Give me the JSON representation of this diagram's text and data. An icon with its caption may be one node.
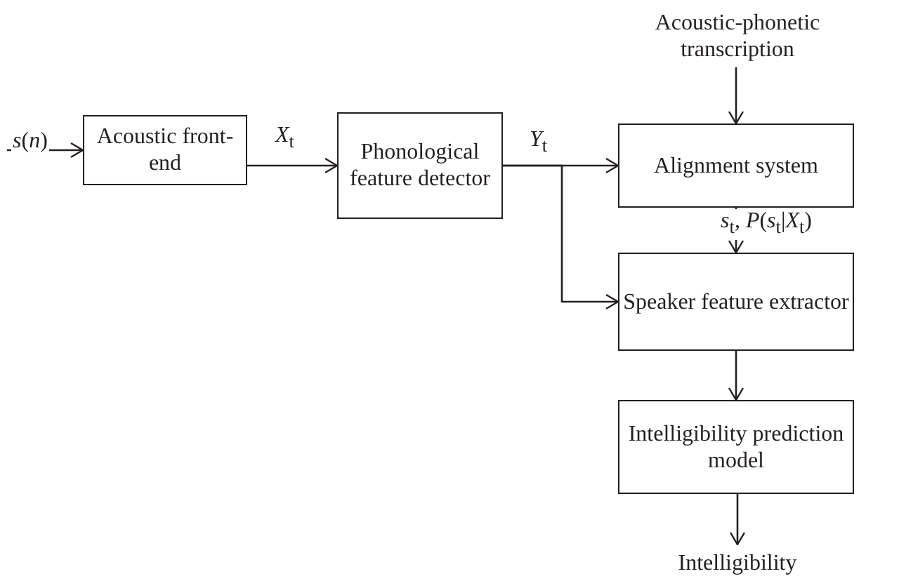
{
  "diagram": {
    "nodes": [
      {
        "text": [
          "Acoustic front-end"
        ]
      },
      {
        "text": [
          "Phonological feature detector"
        ]
      },
      {
        "text": [
          "Acoustic-phonetic transcription"
        ]
      },
      {
        "text": [
          "Alignment system"
        ]
      },
      {
        "text": [
          "Speaker feature extractor"
        ]
      },
      {
        "text": [
          "Intelligibility prediction model"
        ]
      },
      {
        "text": [
          "Intelligibility"
        ]
      }
    ],
    "edges": [
      {
        "from": null,
        "to": 0,
        "arrow": "to",
        "label": "*s*(*n*)"
      },
      {
        "from": 0,
        "to": 1,
        "arrow": "to",
        "label": "*X*$_{t}$"
      },
      {
        "from": 1,
        "to": 3,
        "arrow": "to",
        "label": "*Y*$_{t}$"
      },
      {
        "from": 1,
        "to": 4,
        "arrow": "to"
      },
      {
        "from": 2,
        "to": 3,
        "arrow": "to"
      },
      {
        "from": 3,
        "to": 4,
        "arrow": "to",
        "label": "*s*$_{t}$, *P*(*s*$_{t}$|*X*$_{t}$)"
      },
      {
        "from": 4,
        "to": 5,
        "arrow": "to"
      },
      {
        "from": 5,
        "to": 6,
        "arrow": "to"
      }
    ]
  }
}
